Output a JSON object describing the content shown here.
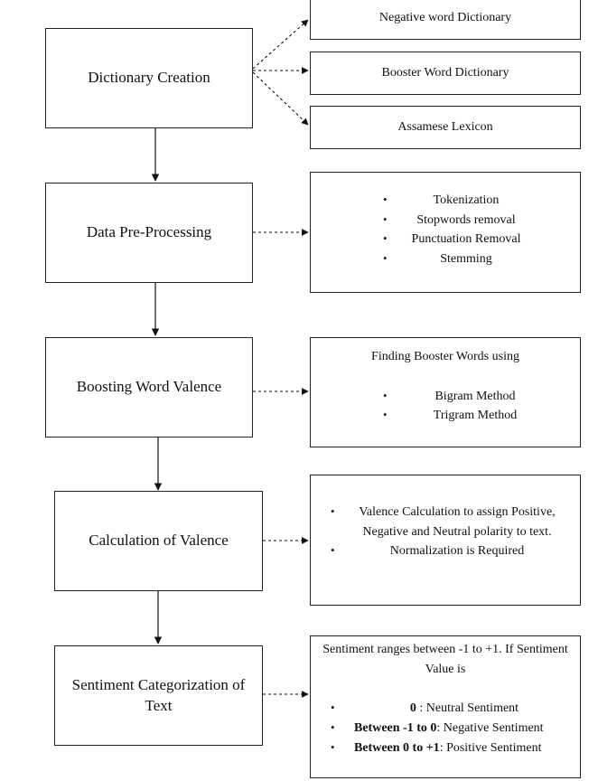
{
  "steps": {
    "dictionary_creation": "Dictionary Creation",
    "data_preprocessing": "Data Pre-Processing",
    "boosting_word_valence": "Boosting Word Valence",
    "calculation_of_valence": "Calculation of Valence",
    "sentiment_categorization": "Sentiment Categorization of Text"
  },
  "dictionaries": {
    "negative": "Negative word Dictionary",
    "booster": "Booster Word Dictionary",
    "lexicon": "Assamese Lexicon"
  },
  "preprocessing": {
    "items": [
      "Tokenization",
      "Stopwords removal",
      "Punctuation Removal",
      "Stemming"
    ]
  },
  "boosting": {
    "intro": "Finding Booster Words using",
    "items": [
      "Bigram Method",
      "Trigram Method"
    ]
  },
  "valence": {
    "items": [
      "Valence Calculation to  assign Positive, Negative and Neutral polarity to text.",
      "Normalization is Required"
    ]
  },
  "sentiment": {
    "intro": "Sentiment ranges between -1 to +1. If Sentiment Value is",
    "neutral": {
      "bold": "0",
      "rest": " : Neutral Sentiment"
    },
    "negative": {
      "bold": "Between -1 to 0",
      "rest": ": Negative Sentiment"
    },
    "positive": {
      "bold": "Between 0 to +1",
      "rest": ": Positive Sentiment"
    }
  },
  "bullet": "•"
}
